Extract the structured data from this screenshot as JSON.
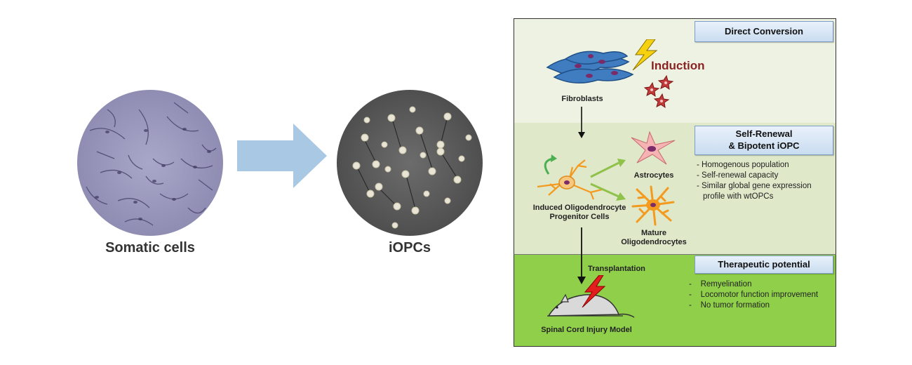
{
  "left": {
    "somatic_caption": "Somatic cells",
    "iopcs_caption": "iOPCs"
  },
  "direct_conversion": {
    "header": "Direct Conversion",
    "fibroblasts_label": "Fibroblasts",
    "induction_label": "Induction"
  },
  "self_renewal": {
    "header_line1": "Self-Renewal",
    "header_line2": "& Bipotent iOPC",
    "iopc_line1": "Induced Oligodendrocyte",
    "iopc_line2": "Progenitor Cells",
    "astrocytes_label": "Astrocytes",
    "mature_line1": "Mature",
    "mature_line2": "Oligodendrocytes",
    "bullets": [
      "- Homogenous population",
      "- Self-renewal capacity",
      "- Similar global gene expression",
      "profile with wtOPCs"
    ]
  },
  "therapeutic": {
    "header": "Therapeutic potential",
    "transplantation_label": "Transplantation",
    "model_label": "Spinal Cord Injury Model",
    "bullets": [
      "-    Remyelination",
      "-    Locomotor function improvement",
      "-    No tumor formation"
    ]
  },
  "colors": {
    "panel1_bg": "#edf2e2",
    "panel2_bg": "#dfe8c9",
    "panel3_bg": "#8fcf4a",
    "arrow_blue": "#a9c8e4",
    "induction_red": "#8b2323"
  }
}
